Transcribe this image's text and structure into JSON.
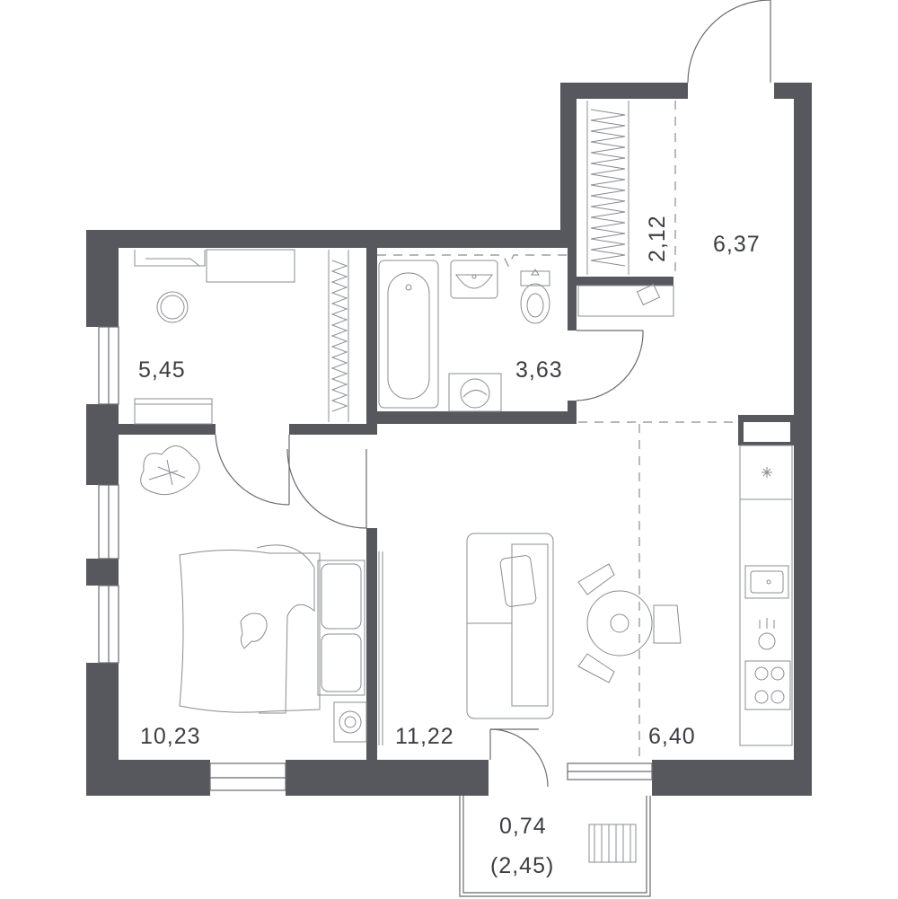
{
  "rooms": {
    "storage": {
      "area": "5,45"
    },
    "bathroom": {
      "area": "3,63"
    },
    "closet": {
      "area": "2,12"
    },
    "hallway": {
      "area": "6,37"
    },
    "bedroom": {
      "area": "10,23"
    },
    "living": {
      "area": "11,22"
    },
    "kitchen": {
      "area": "6,40"
    },
    "balcony": {
      "area": "0,74",
      "area_full": "(2,45)"
    }
  }
}
